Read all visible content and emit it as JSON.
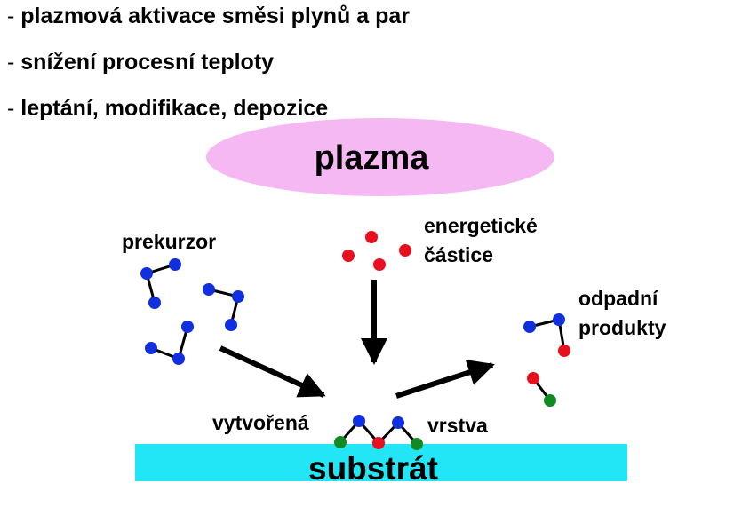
{
  "bullets": [
    {
      "dash": "- ",
      "text": "plazmová aktivace směsi plynů a par"
    },
    {
      "dash": "- ",
      "text": "snížení procesní teploty"
    },
    {
      "dash": "- ",
      "text": "leptání, modifikace, depozice"
    }
  ],
  "diagram": {
    "plasma_label": "plazma",
    "precursor_label": "prekurzor",
    "energetic_label_line1": "energetické",
    "energetic_label_line2": "částice",
    "waste_label_line1": "odpadní",
    "waste_label_line2": "produkty",
    "formed_label": "vytvořená",
    "layer_label": "vrstva",
    "substrate_label": "substrát"
  },
  "colors": {
    "plasma_fill": "#f5b8f2",
    "substrate_fill": "#22e6f5",
    "atom_blue": "#1030e0",
    "atom_red": "#e8101e",
    "atom_green": "#108a22",
    "bond": "#000000",
    "arrow": "#000000"
  }
}
